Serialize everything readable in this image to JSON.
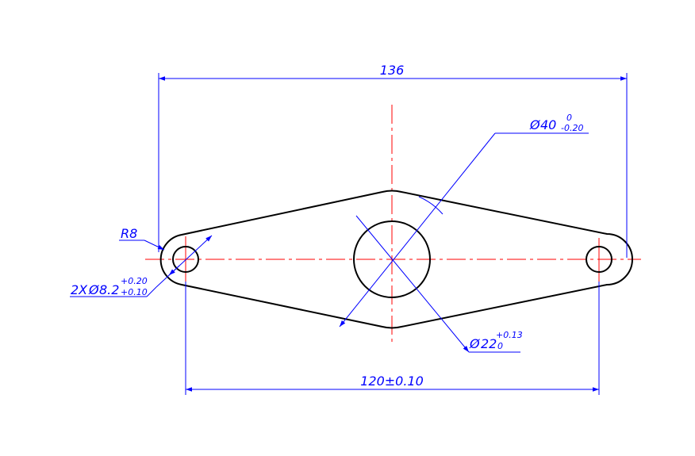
{
  "colors": {
    "outline": "#000000",
    "dimension": "#0000ff",
    "centerline": "#ff0000",
    "background": "#ffffff"
  },
  "dimensions": {
    "overall_length": {
      "text": "136"
    },
    "hole_spacing": {
      "text": "120±0.10"
    },
    "big_diameter": {
      "symbol": "Ø",
      "main": "40",
      "upper_tol": "0",
      "lower_tol": "-0.20"
    },
    "hole_diameter": {
      "symbol": "Ø",
      "main": "22",
      "upper_tol": "+0.13",
      "lower_tol": "0"
    },
    "small_holes": {
      "prefix": "2X",
      "symbol": "Ø",
      "main": "8.2",
      "upper_tol": "+0.20",
      "lower_tol": "+0.10"
    },
    "end_radius": {
      "text": "R8"
    }
  }
}
